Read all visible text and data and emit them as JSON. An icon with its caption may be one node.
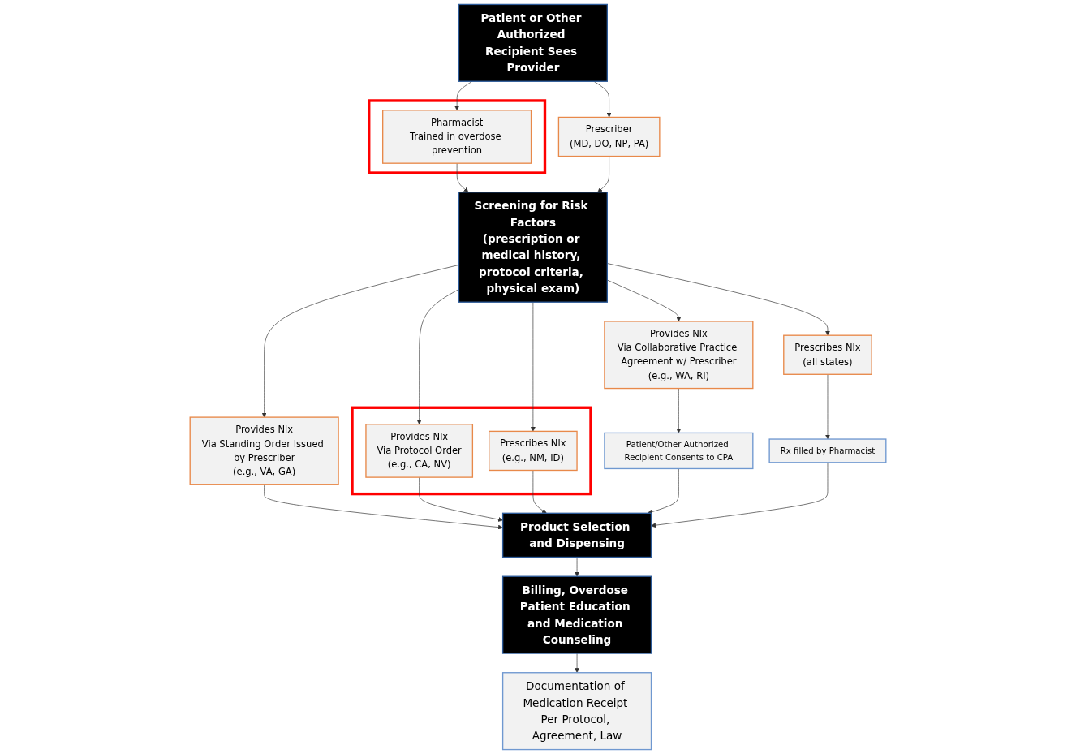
{
  "diagram": {
    "nodes": [
      {
        "text": [
          "Patient or Other Authorized Recipient Sees Provider"
        ]
      },
      {
        "text": [],
        "shape": "box"
      },
      {
        "text": [
          "Pharmacist",
          "Trained in overdose prevention"
        ],
        "in": 1
      },
      {
        "text": [
          "Prescriber",
          "(MD, DO, NP, PA)"
        ]
      },
      {
        "text": [
          "Screening for Risk Factors",
          "(prescription or medical history, protocol criteria, physical exam)"
        ]
      },
      {
        "text": [
          "Provides Nlx",
          "Via Collaborative Practice Agreement w/ Prescriber",
          "(e.g., WA, RI)"
        ]
      },
      {
        "text": [
          "Provides Nlx",
          "Via Standing Order Issued by Prescriber",
          "(e.g., VA, GA)"
        ]
      },
      {
        "text": [],
        "shape": "box"
      },
      {
        "text": [
          "Provides Nlx",
          "Via Protocol Order",
          "(e.g., CA, NV)"
        ],
        "in": 7
      },
      {
        "text": [
          "Prescribes Nlx",
          "(e.g., NM, ID)"
        ],
        "in": 7
      },
      {
        "text": [
          "Prescribes Nlx",
          "(all states)"
        ]
      },
      {
        "text": [
          "Patient/Other Authorized Recipient Consents to CPA"
        ]
      },
      {
        "text": [
          "Rx filled by Pharmacist"
        ]
      },
      {
        "text": [
          "Product Selection and Dispensing"
        ]
      },
      {
        "text": [
          "Billing, Overdose Patient Education and Medication Counseling"
        ]
      },
      {
        "text": [
          "Documentation of Medication Receipt Per Protocol, Agreement, Law"
        ]
      }
    ],
    "edges": [
      {
        "from": 0,
        "to": 2,
        "arrow": "to"
      },
      {
        "from": 0,
        "to": 3,
        "arrow": "to"
      },
      {
        "from": 2,
        "to": 4,
        "arrow": "to"
      },
      {
        "from": 3,
        "to": 4,
        "arrow": "to"
      },
      {
        "from": 4,
        "to": 5,
        "arrow": "to"
      },
      {
        "from": 4,
        "to": 6,
        "arrow": "to"
      },
      {
        "from": 4,
        "to": 8,
        "arrow": "to"
      },
      {
        "from": 4,
        "to": 9,
        "arrow": "to"
      },
      {
        "from": 4,
        "to": 10,
        "arrow": "to"
      },
      {
        "from": 5,
        "to": 11,
        "arrow": "to"
      },
      {
        "from": 6,
        "to": 13,
        "arrow": "to"
      },
      {
        "from": 8,
        "to": 13,
        "arrow": "to"
      },
      {
        "from": 9,
        "to": 13,
        "arrow": "to"
      },
      {
        "from": 10,
        "to": 12,
        "arrow": "to"
      },
      {
        "from": 11,
        "to": 13,
        "arrow": "to"
      },
      {
        "from": 12,
        "to": 13,
        "arrow": "to"
      },
      {
        "from": 13,
        "to": 14,
        "arrow": "to"
      },
      {
        "from": 14,
        "to": 15,
        "arrow": "to"
      }
    ]
  }
}
